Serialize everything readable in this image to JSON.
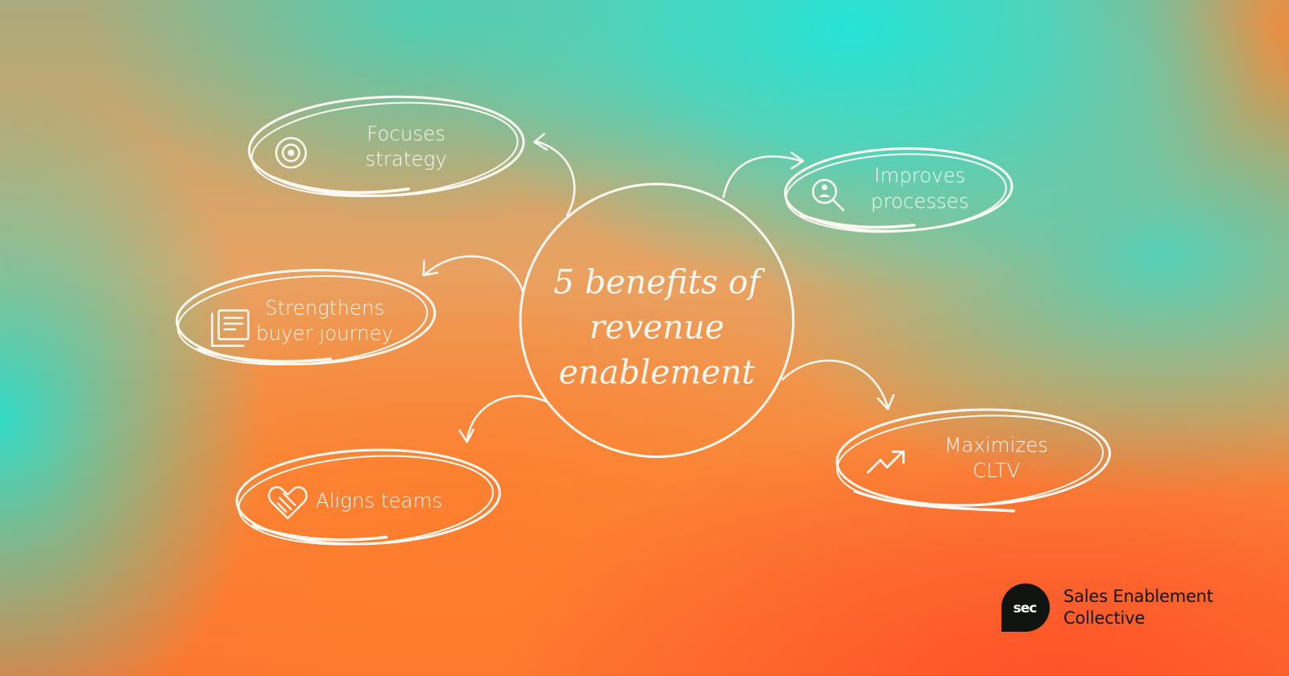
{
  "title": {
    "line1": "5 benefits of",
    "line2": "revenue",
    "line3": "enablement"
  },
  "benefits": [
    {
      "id": "focus",
      "icon": "target-icon",
      "line1": "Focuses",
      "line2": "strategy"
    },
    {
      "id": "improve",
      "icon": "search-person-icon",
      "line1": "Improves",
      "line2": "processes"
    },
    {
      "id": "strengthen",
      "icon": "documents-icon",
      "line1": "Strengthens",
      "line2": "buyer journey"
    },
    {
      "id": "align",
      "icon": "handshake-heart-icon",
      "line1": "Aligns teams"
    },
    {
      "id": "maximize",
      "icon": "trending-up-icon",
      "line1": "Maximizes",
      "line2": "CLTV"
    }
  ],
  "brand": {
    "logo_text": "sec",
    "name_line1": "Sales Enablement",
    "name_line2": "Collective"
  },
  "colors": {
    "stroke": "#fbf7f1",
    "teal": "#28dec8",
    "orange": "#fb7330",
    "red_orange": "#ff5228",
    "logo_bg": "#111311"
  }
}
